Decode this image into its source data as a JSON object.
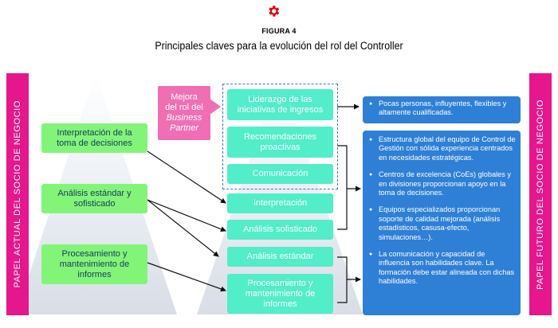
{
  "figure": {
    "label": "FIGURA 4",
    "title": "Principales claves para la evolución del rol del Controller"
  },
  "side_left": {
    "text": "PAPEL ACTUAL DEL SOCIO DE NEGOCIO"
  },
  "side_right": {
    "text": "PAPEL FUTURO DEL SOCIO DE NEGOCIO"
  },
  "current_role": [
    "Interpretación de la toma de decisiones",
    "Análisis estándar y sofisticado",
    "Procesamiento y mantenimiento de informes"
  ],
  "improvement": {
    "line1": "Mejora",
    "line2": "del rol del",
    "line3": "Business",
    "line4": "Partner"
  },
  "future_role": [
    "Liderazgo de las iniciativas de ingresos",
    "Recomendaciones proactivas",
    "Comunicación",
    "Interpretación",
    "Análisis sofisticado",
    "Análisis estándar",
    "Procesamiento y mantenimiento de informes"
  ],
  "outcomes": {
    "top": [
      "Pocas personas, influyentes, flexibles y altamente cualificadas."
    ],
    "bottom": [
      "Estructura global del equipo de Control de Gestión con sólida experiencia centrados en necesidades estratégicas.",
      "Centros de excelencia (CoEs) globales y en divisiones proporcionan apoyo en la toma de decisiones.",
      "Equipos especializados proporcionan soporte de calidad mejorada (análisis estadísticos, casusa-efecto, simulaciones…).",
      "La comunicación y capacidad de influencia son habilidades clave. La formación debe estar alineada con dichas habilidades."
    ]
  },
  "colors": {
    "magenta": "#e6168c",
    "pink": "#f06fb4",
    "green": "#82f579",
    "teal": "#52edc9",
    "blue": "#2e7fd6"
  }
}
